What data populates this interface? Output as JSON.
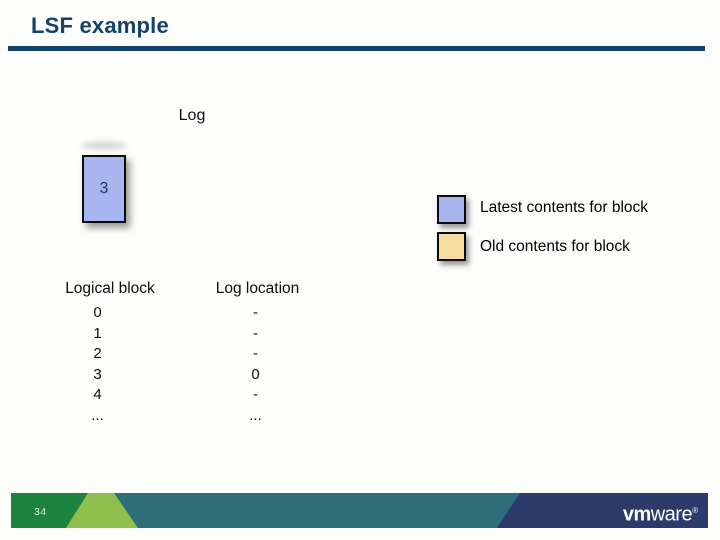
{
  "header": {
    "title": "LSF example"
  },
  "diagram": {
    "log_label": "Log",
    "block_value": "3"
  },
  "legend": {
    "items": [
      {
        "label": "Latest contents for block",
        "color": "#a7b6ef"
      },
      {
        "label": "Old contents for block",
        "color": "#f8dda0"
      }
    ]
  },
  "table": {
    "headers": [
      "Logical block",
      "Log location"
    ],
    "rows": [
      [
        "0",
        "-"
      ],
      [
        "1",
        "-"
      ],
      [
        "2",
        "-"
      ],
      [
        "3",
        "0"
      ],
      [
        "4",
        "-"
      ],
      [
        "...",
        "..."
      ]
    ]
  },
  "footer": {
    "page_number": "34",
    "logo": {
      "vm": "vm",
      "ware": "ware",
      "registered": "®"
    }
  },
  "colors": {
    "title_navy": "#14426b",
    "block_blue": "#a7b6ef",
    "old_tan": "#f8dda0",
    "footer_dark_green": "#1d8440",
    "footer_light_green": "#8fc04d",
    "footer_teal": "#2e6e78",
    "footer_navy": "#2c3a6c",
    "background": "#fdfdfb"
  }
}
